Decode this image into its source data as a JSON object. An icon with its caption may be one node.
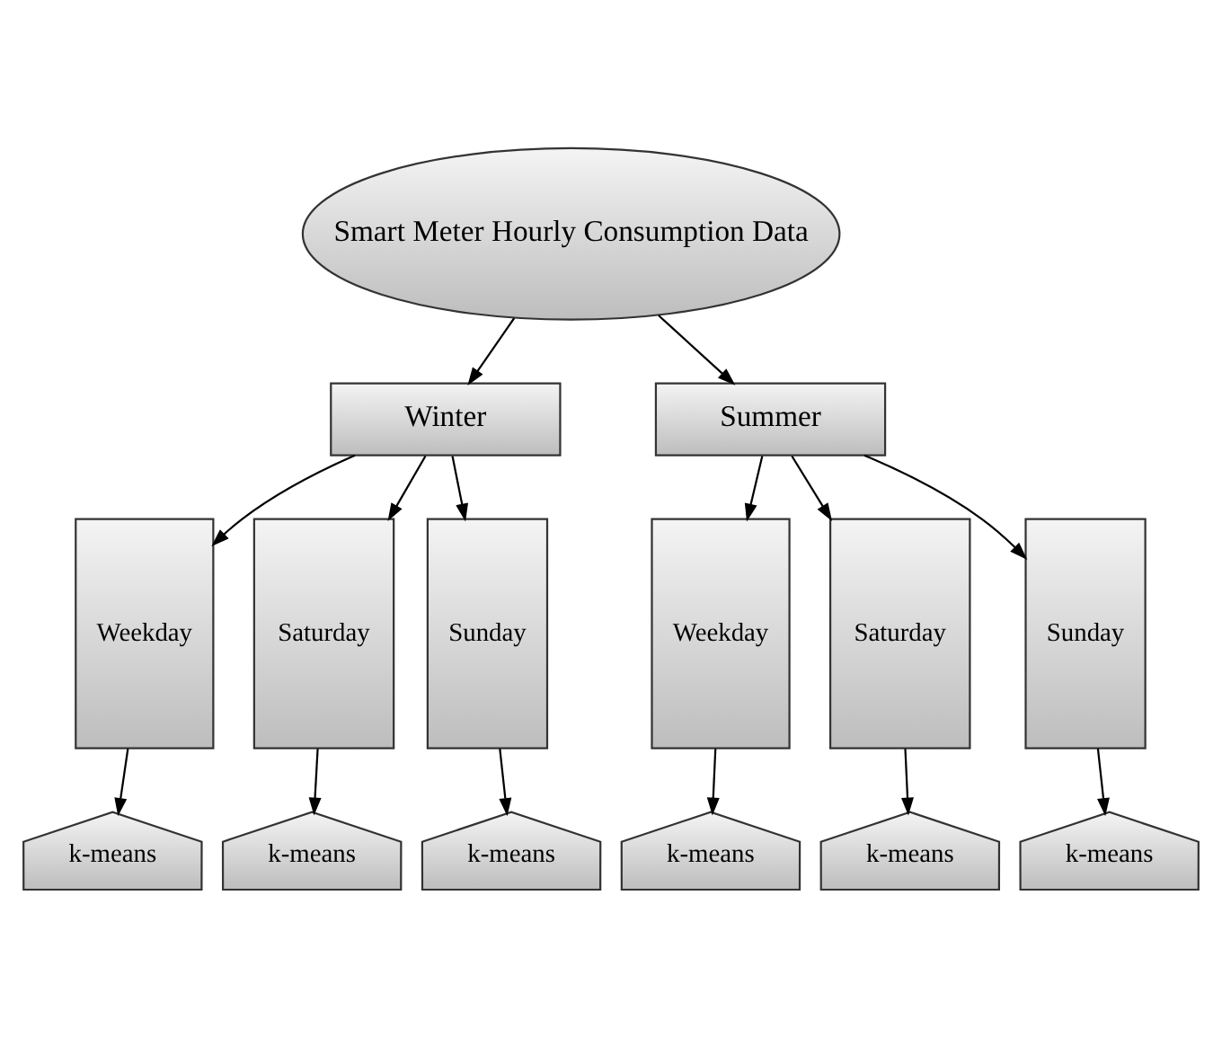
{
  "diagram": {
    "nodes": [
      {
        "text": [
          "Smart Meter Hourly Consumption Data"
        ]
      },
      {
        "text": [
          "Winter"
        ]
      },
      {
        "text": [
          "Summer"
        ]
      },
      {
        "text": [
          "Weekday"
        ]
      },
      {
        "text": [
          "Saturday"
        ]
      },
      {
        "text": [
          "Sunday"
        ]
      },
      {
        "text": [
          "Weekday"
        ]
      },
      {
        "text": [
          "Saturday"
        ]
      },
      {
        "text": [
          "Sunday"
        ]
      },
      {
        "text": [
          "k-means"
        ]
      },
      {
        "text": [
          "k-means"
        ]
      },
      {
        "text": [
          "k-means"
        ]
      },
      {
        "text": [
          "k-means"
        ]
      },
      {
        "text": [
          "k-means"
        ]
      },
      {
        "text": [
          "k-means"
        ]
      }
    ],
    "edges": [
      {
        "from": 0,
        "to": 1,
        "arrow": "to"
      },
      {
        "from": 0,
        "to": 2,
        "arrow": "to"
      },
      {
        "from": 1,
        "to": 3,
        "arrow": "to"
      },
      {
        "from": 1,
        "to": 4,
        "arrow": "to"
      },
      {
        "from": 1,
        "to": 5,
        "arrow": "to"
      },
      {
        "from": 2,
        "to": 6,
        "arrow": "to"
      },
      {
        "from": 2,
        "to": 7,
        "arrow": "to"
      },
      {
        "from": 2,
        "to": 8,
        "arrow": "to"
      },
      {
        "from": 3,
        "to": 9,
        "arrow": "to"
      },
      {
        "from": 4,
        "to": 10,
        "arrow": "to"
      },
      {
        "from": 5,
        "to": 11,
        "arrow": "to"
      },
      {
        "from": 6,
        "to": 12,
        "arrow": "to"
      },
      {
        "from": 7,
        "to": 13,
        "arrow": "to"
      },
      {
        "from": 8,
        "to": 14,
        "arrow": "to"
      }
    ]
  }
}
